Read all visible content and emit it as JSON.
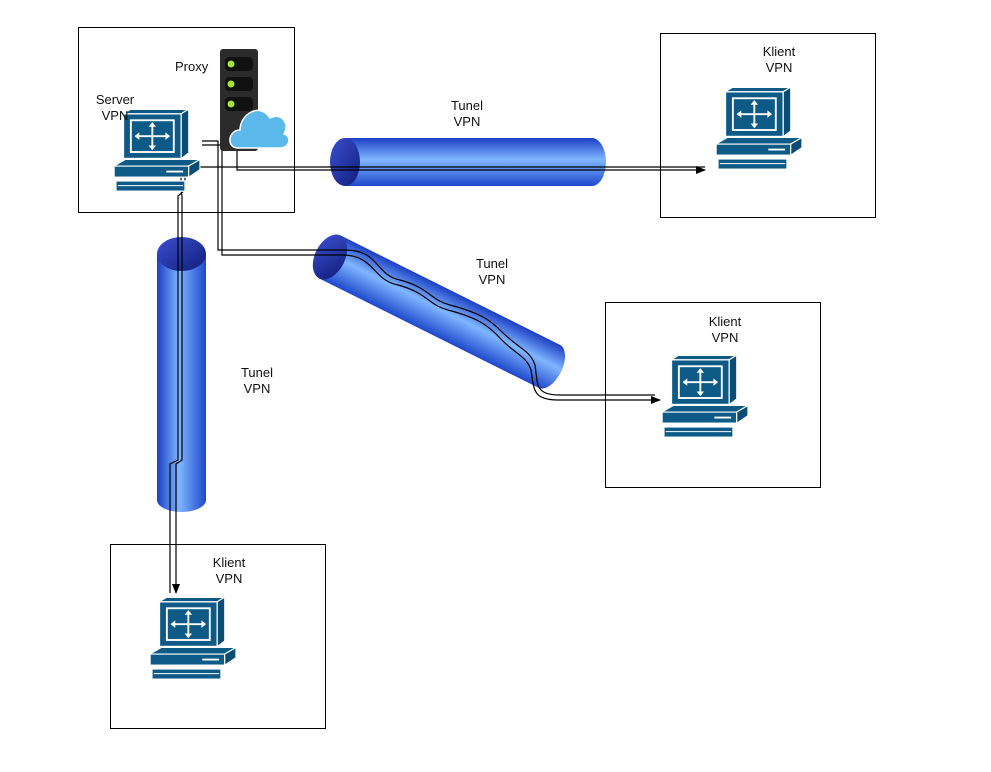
{
  "colors": {
    "box_border": "#000000",
    "computer": "#0d5a86",
    "tube_light": "#67a8ff",
    "tube_mid": "#2f6fe8",
    "tube_dark": "#1b3fc4",
    "tube_end": "#1f2e9e",
    "cloud": "#5bb8ea",
    "server": "#2b2b2b",
    "led": "#a6e22e"
  },
  "proxy": {
    "label": "Proxy",
    "icon": "server-rack-with-cloud-icon"
  },
  "server_vpn": {
    "line1": "Server",
    "line2": "VPN",
    "icon": "vpn-computer-icon"
  },
  "tunnels": [
    {
      "id": "right",
      "line1": "Tunel",
      "line2": "VPN"
    },
    {
      "id": "diagonal",
      "line1": "Tunel",
      "line2": "VPN"
    },
    {
      "id": "vertical",
      "line1": "Tunel",
      "line2": "VPN"
    }
  ],
  "clients": [
    {
      "id": "top-right",
      "line1": "Klient",
      "line2": "VPN",
      "icon": "vpn-computer-icon"
    },
    {
      "id": "middle-right",
      "line1": "Klient",
      "line2": "VPN",
      "icon": "vpn-computer-icon"
    },
    {
      "id": "bottom-left",
      "line1": "Klient",
      "line2": "VPN",
      "icon": "vpn-computer-icon"
    }
  ]
}
